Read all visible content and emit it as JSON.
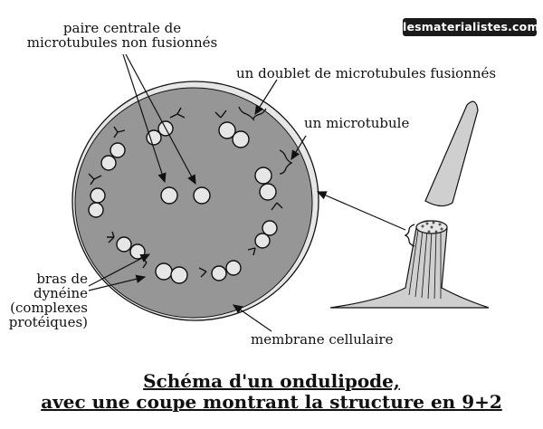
{
  "watermark": "lesmaterialistes.com",
  "labels": {
    "central_pair_line1": "paire centrale de",
    "central_pair_line2": "microtubules non fusionnés",
    "doublet": "un doublet de microtubules fusionnés",
    "microtubule": "un microtubule",
    "dynein_line1": "bras de",
    "dynein_line2": "dynéine",
    "dynein_line3": "(complexes",
    "dynein_line4": "protéiques)",
    "membrane": "membrane cellulaire"
  },
  "caption": {
    "line1": "Schéma d'un ondulipode,",
    "line2": "avec une coupe montrant la structure en 9+2"
  },
  "colors": {
    "cross_section_fill": "#969696",
    "membrane_fill": "#e6e6e6",
    "flagellum_fill": "#cfcfcf",
    "stroke": "#111111"
  }
}
